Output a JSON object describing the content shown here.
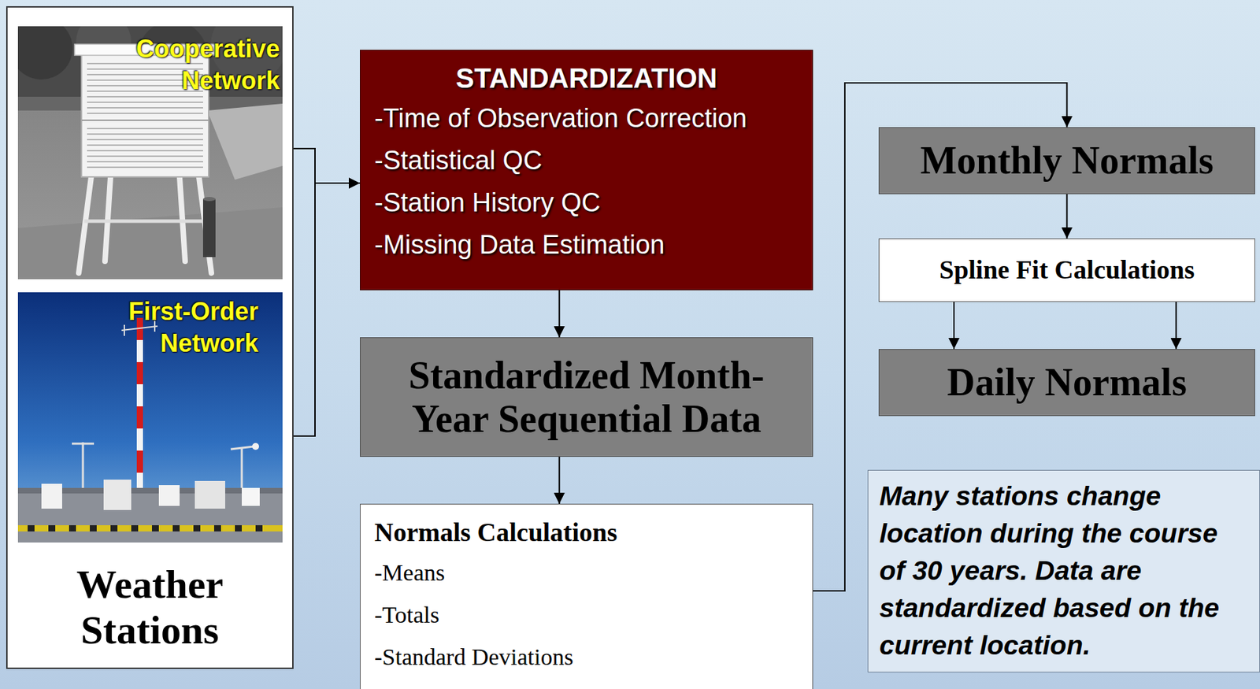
{
  "diagram": {
    "nodes": [
      {
        "text": [
          "Weather Stations"
        ]
      },
      {
        "text": [
          "STANDARDIZATION",
          "-Time of Observation Correction",
          "-Statistical QC",
          "-Station History QC",
          "-Missing Data Estimation"
        ]
      },
      {
        "text": [
          "Standardized Month-Year Sequential Data"
        ]
      },
      {
        "text": [
          "Normals Calculations",
          "-Means",
          "-Totals",
          "-Standard Deviations"
        ]
      },
      {
        "text": [
          "Monthly Normals"
        ]
      },
      {
        "text": [
          "Spline Fit Calculations"
        ]
      },
      {
        "text": [
          "Daily Normals"
        ]
      },
      {
        "text": [
          "Many stations change location during the course of 30 years. Data are standardized based on the current location."
        ]
      }
    ],
    "edges": [
      {
        "from": 0,
        "to": 1,
        "arrow": "to"
      },
      {
        "from": 1,
        "to": 2,
        "arrow": "to"
      },
      {
        "from": 2,
        "to": 3,
        "arrow": "to"
      },
      {
        "from": 3,
        "to": 4,
        "arrow": "to"
      },
      {
        "from": 4,
        "to": 5,
        "arrow": "to"
      },
      {
        "from": 5,
        "to": 6,
        "arrow": "to"
      },
      {
        "from": 5,
        "to": 6,
        "arrow": "to"
      }
    ],
    "labels": [
      "Cooperative Network",
      "First-Order Network"
    ]
  }
}
